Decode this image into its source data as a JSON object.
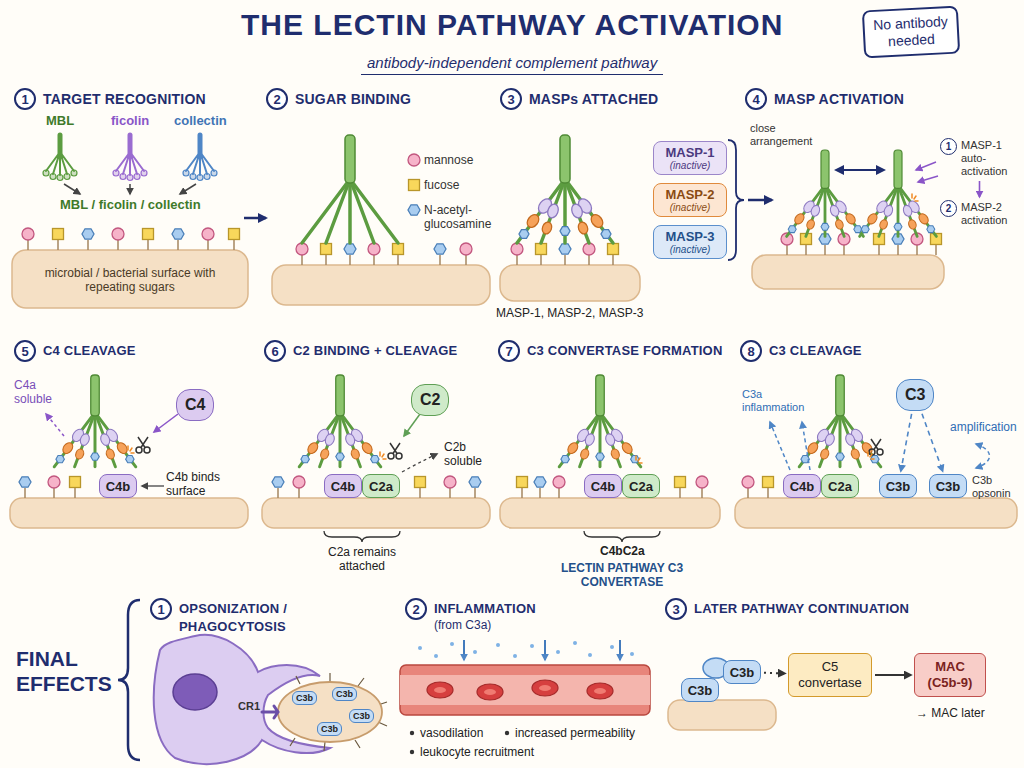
{
  "diagram": {
    "title": "THE LECTIN PATHWAY ACTIVATION",
    "nodes": [
      {
        "text": [
          "No antibody needed"
        ]
      },
      {
        "text": [
          "1",
          "TARGET RECOGNITION"
        ]
      },
      {
        "text": [
          "2",
          "SUGAR BINDING"
        ]
      },
      {
        "text": [
          "3",
          "MASPs ATTACHED"
        ]
      },
      {
        "text": [
          "MASP-1",
          "(inactive)"
        ]
      },
      {
        "text": [
          "MASP-2",
          "(inactive)"
        ]
      },
      {
        "text": [
          "MASP-3",
          "(inactive)"
        ]
      },
      {
        "text": [
          "4",
          "MASP ACTIVATION"
        ]
      },
      {
        "text": [
          "1",
          "MASP-1 auto-activation"
        ]
      },
      {
        "text": [
          "2",
          "MASP-2 activation"
        ]
      },
      {
        "text": [
          "5",
          "C4 CLEAVAGE"
        ]
      },
      {
        "text": [
          "C4"
        ]
      },
      {
        "text": [
          "C4b"
        ]
      },
      {
        "text": [
          "6",
          "C2 BINDING + CLEAVAGE"
        ]
      },
      {
        "text": [
          "C2"
        ]
      },
      {
        "text": [
          "C4b"
        ]
      },
      {
        "text": [
          "C2a"
        ]
      },
      {
        "text": [
          "7",
          "C3 CONVERTASE FORMATION"
        ]
      },
      {
        "text": [
          "C4b"
        ]
      },
      {
        "text": [
          "C2a"
        ]
      },
      {
        "text": [
          "8",
          "C3 CLEAVAGE"
        ]
      },
      {
        "text": [
          "C3"
        ]
      },
      {
        "text": [
          "C4b"
        ]
      },
      {
        "text": [
          "C2a"
        ]
      },
      {
        "text": [
          "C3b"
        ]
      },
      {
        "text": [
          "C3b"
        ]
      },
      {
        "text": [
          "1",
          "OPSONIZATION / PHAGOCYTOSIS"
        ]
      },
      {
        "text": [
          "C3b"
        ]
      },
      {
        "text": [
          "C3b"
        ]
      },
      {
        "text": [
          "C3b"
        ]
      },
      {
        "text": [
          "C3b"
        ]
      },
      {
        "text": [
          "2",
          "INFLAMMATION",
          "(from C3a)"
        ]
      },
      {
        "text": [
          "3",
          "LATER PATHWAY CONTINUATION"
        ]
      },
      {
        "text": [
          "C3b"
        ]
      },
      {
        "text": [
          "C3b"
        ]
      },
      {
        "text": [
          "C5 convertase"
        ]
      },
      {
        "text": [
          "MAC (C5b-9)"
        ]
      }
    ],
    "edges": [
      {
        "from": 21,
        "to": 24,
        "arrow": "to"
      },
      {
        "from": 21,
        "to": 25,
        "arrow": "to"
      },
      {
        "from": 34,
        "to": 35,
        "arrow": "to"
      },
      {
        "from": 35,
        "to": 36,
        "arrow": "to"
      },
      {
        "from": 8,
        "to": 9,
        "arrow": "to"
      }
    ],
    "labels": [
      "antibody-independent complement pathway",
      "MBL",
      "ficolin",
      "collectin",
      "MBL / ficolin / collectin",
      "microbial / bacterial surface with repeating sugars",
      "MASP-1, MASP-2, MASP-3",
      "close arrangement",
      "C4a soluble",
      "C4b binds surface",
      "C2b soluble",
      "C2a remains attached",
      "C4bC2a",
      "LECTIN PATHWAY C3 CONVERTASE",
      "C3a inflammation",
      "amplification",
      "C3b opsonin",
      "FINAL EFFECTS",
      "CR1",
      "vasodilation",
      "increased permeability",
      "leukocyte recruitment",
      "→ MAC later"
    ],
    "legend": [
      {
        "text": "mannose"
      },
      {
        "text": "fucose"
      },
      {
        "text": "N-acetyl-glucosamine"
      }
    ]
  }
}
